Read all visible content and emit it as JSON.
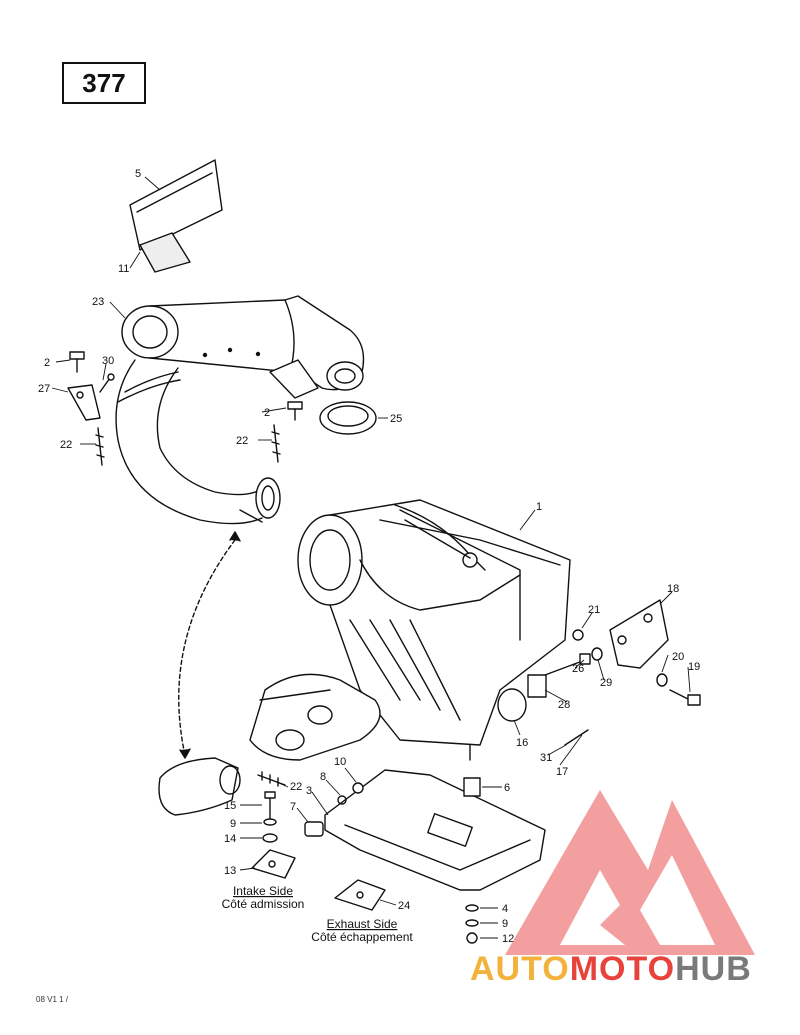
{
  "page_number": "377",
  "reference_code": "08 V1 1 /",
  "brand": {
    "part1": "AUTO",
    "part2": "MOTO",
    "part3": "HUB",
    "colors": {
      "auto": "#f2b23c",
      "moto": "#e8423c",
      "hub": "#7a7a7a",
      "triangle": "#f08080"
    }
  },
  "captions": {
    "intake_en": "Intake Side",
    "intake_fr": "Côté admission",
    "exhaust_en": "Exhaust Side",
    "exhaust_fr": "Côté échappement"
  },
  "callouts": {
    "c1": "1",
    "c2a": "2",
    "c2b": "2",
    "c3": "3",
    "c4": "4",
    "c5": "5",
    "c6": "6",
    "c7": "7",
    "c8": "8",
    "c9a": "9",
    "c9b": "9",
    "c10": "10",
    "c11": "11",
    "c12": "12",
    "c13": "13",
    "c14": "14",
    "c15": "15",
    "c16": "16",
    "c17": "17",
    "c18": "18",
    "c19": "19",
    "c20": "20",
    "c21": "21",
    "c22a": "22",
    "c22b": "22",
    "c22c": "22",
    "c23": "23",
    "c24": "24",
    "c25": "25",
    "c26": "26",
    "c27": "27",
    "c28": "28",
    "c29": "29",
    "c30": "30",
    "c31": "31"
  }
}
